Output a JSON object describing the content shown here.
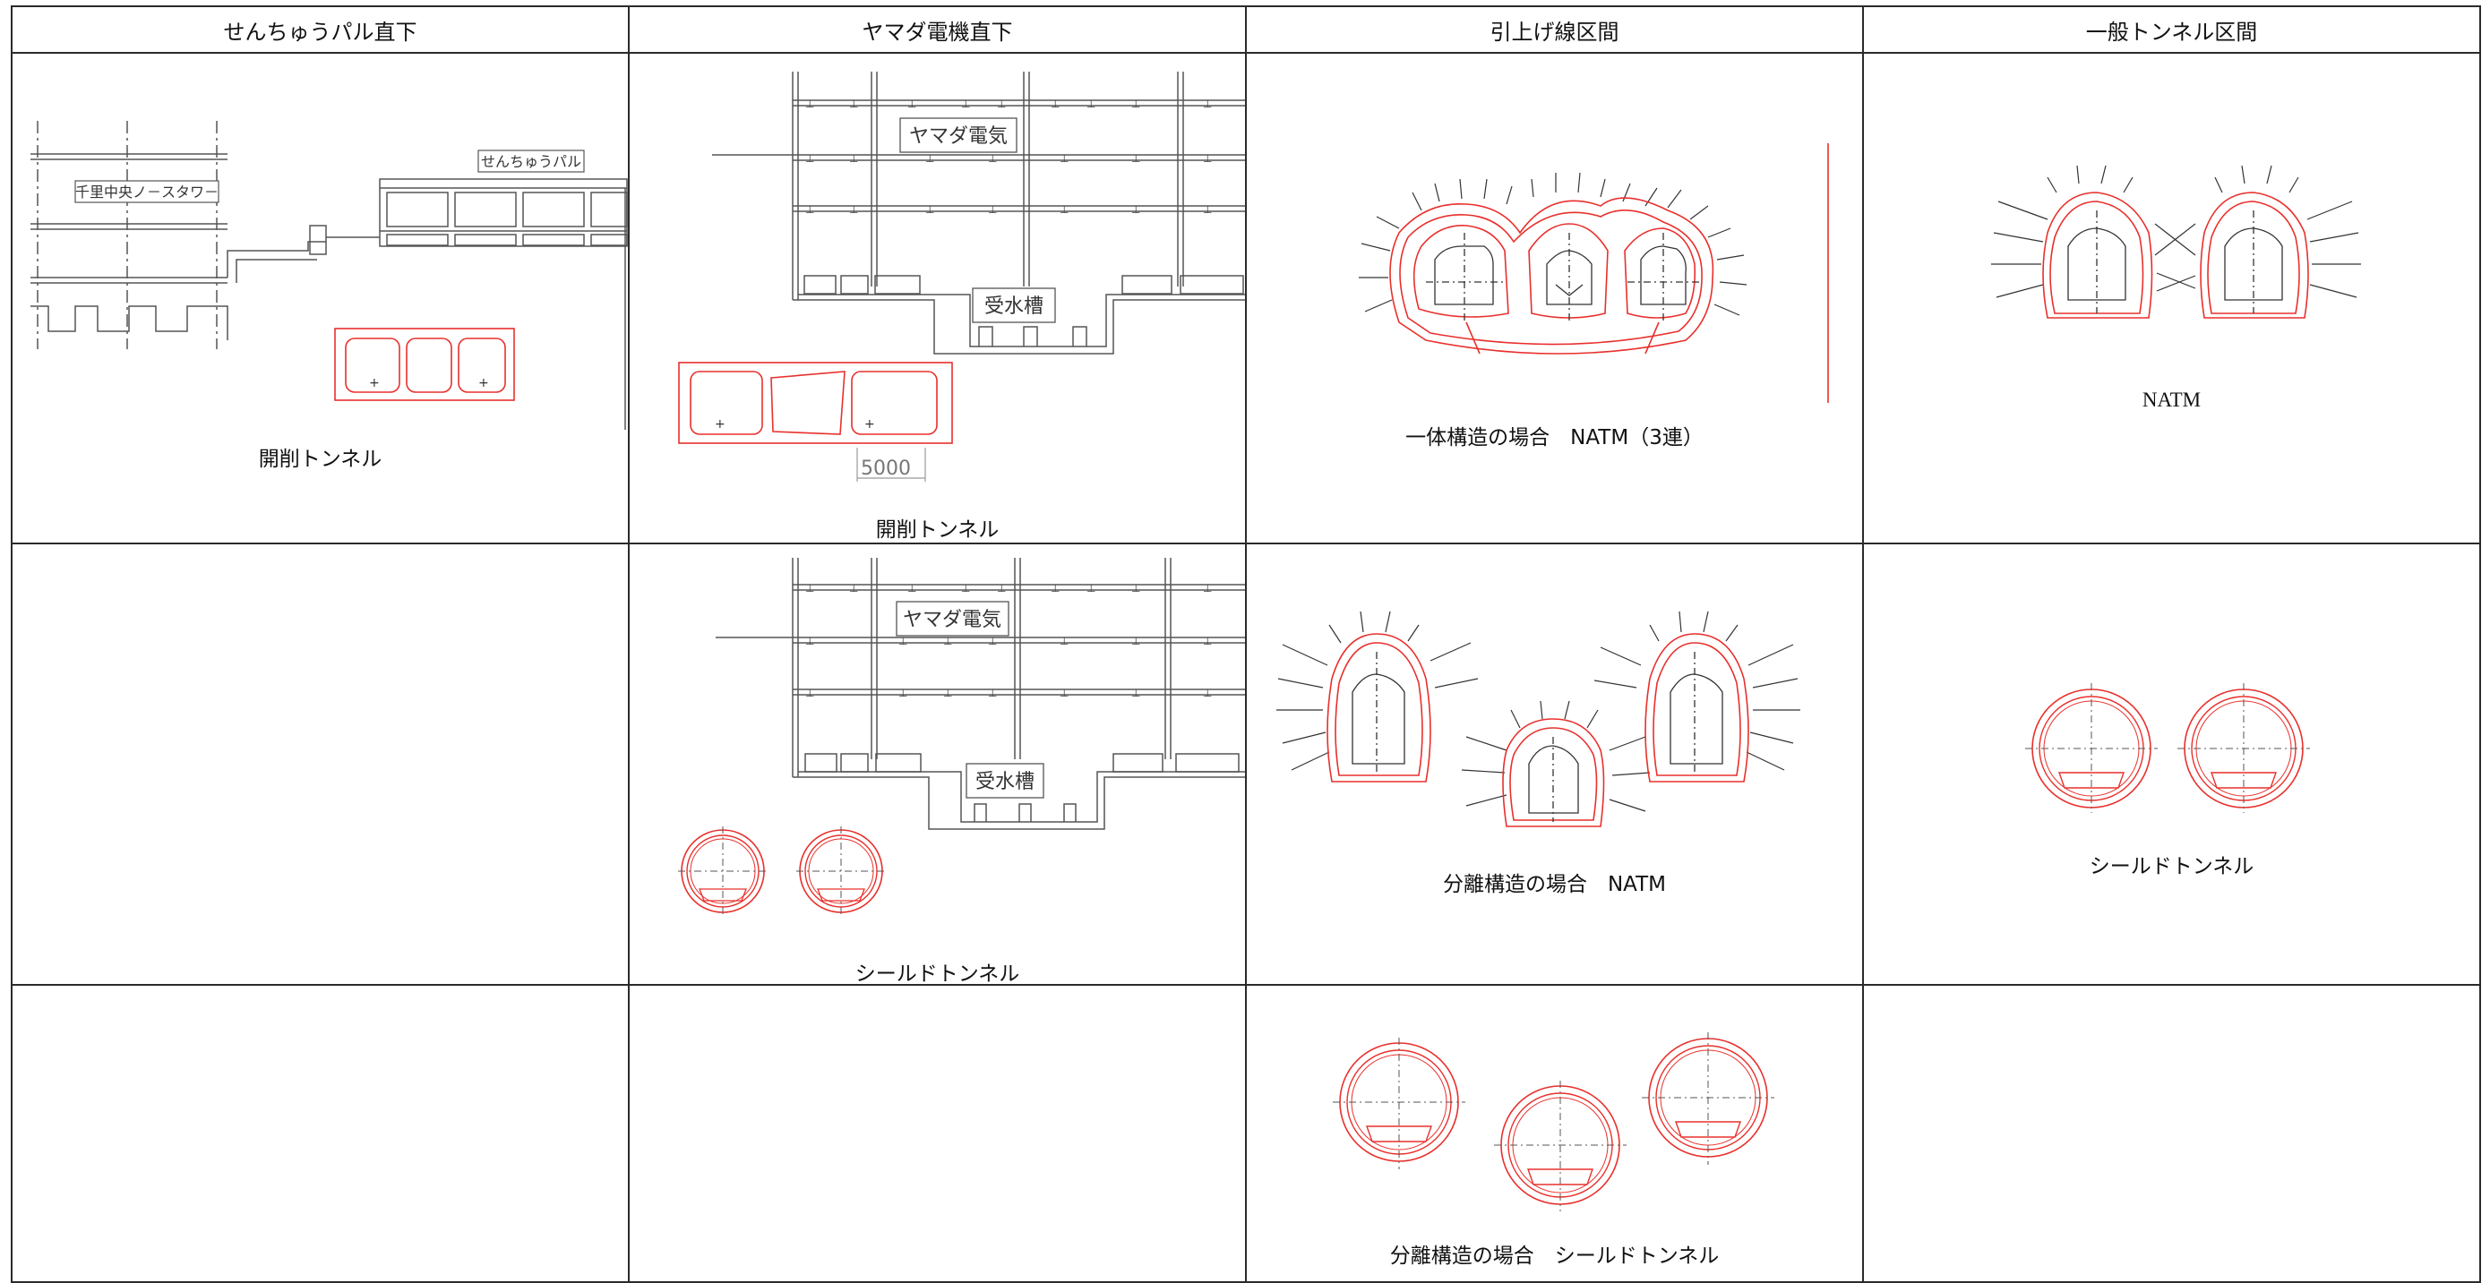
{
  "headers": [
    "せんちゅうパル直下",
    "ヤマダ電機直下",
    "引上げ線区間",
    "一般トンネル区間"
  ],
  "captions": {
    "r1c1": "開削トンネル",
    "r1c2": "開削トンネル",
    "r1c3": "一体構造の場合　NATM（3連）",
    "r1c4": "NATM",
    "r2c2": "シールドトンネル",
    "r2c3": "分離構造の場合　NATM",
    "r2c4": "シールドトンネル",
    "r3c3": "分離構造の場合　シールドトンネル"
  },
  "drawing_labels": {
    "senchu_tower": "千里中央ノ－スタワ－",
    "senchu_pal": "せんちゅうパル",
    "yamada_1": "ヤマダ電気",
    "tank_1": "受水槽",
    "dimension": "5000",
    "yamada_2": "ヤマダ電気",
    "tank_2": "受水槽"
  },
  "colors": {
    "tunnel": "#e8302c",
    "structure": "#555555",
    "grid": "#2a2a2a"
  }
}
